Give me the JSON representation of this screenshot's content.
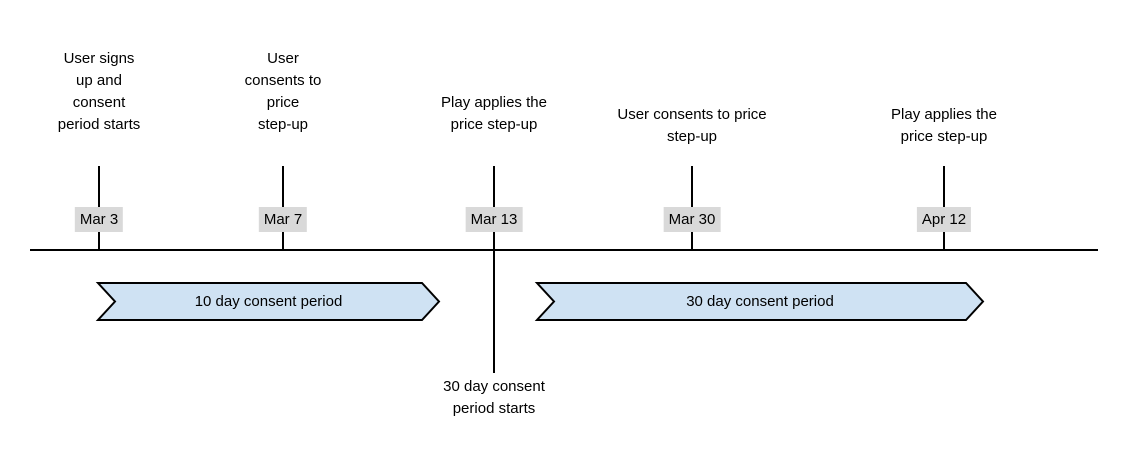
{
  "diagram": {
    "type": "timeline",
    "events": [
      {
        "date": "Mar 3",
        "label": "User signs\nup and\nconsent\nperiod starts"
      },
      {
        "date": "Mar 7",
        "label": "User\nconsents to\nprice\nstep-up"
      },
      {
        "date": "Mar 13",
        "label": "Play applies the\nprice step-up",
        "below_label": "30 day consent\nperiod starts"
      },
      {
        "date": "Mar 30",
        "label": "User consents to price\nstep-up"
      },
      {
        "date": "Apr 12",
        "label": "Play applies the\nprice step-up"
      }
    ],
    "periods": [
      {
        "label": "10 day consent period"
      },
      {
        "label": "30 day consent period"
      }
    ],
    "colors": {
      "period_fill": "#cfe2f3",
      "period_border": "#000000",
      "date_badge_bg": "#d9d9d9",
      "text": "#000000",
      "axis": "#000000"
    }
  }
}
